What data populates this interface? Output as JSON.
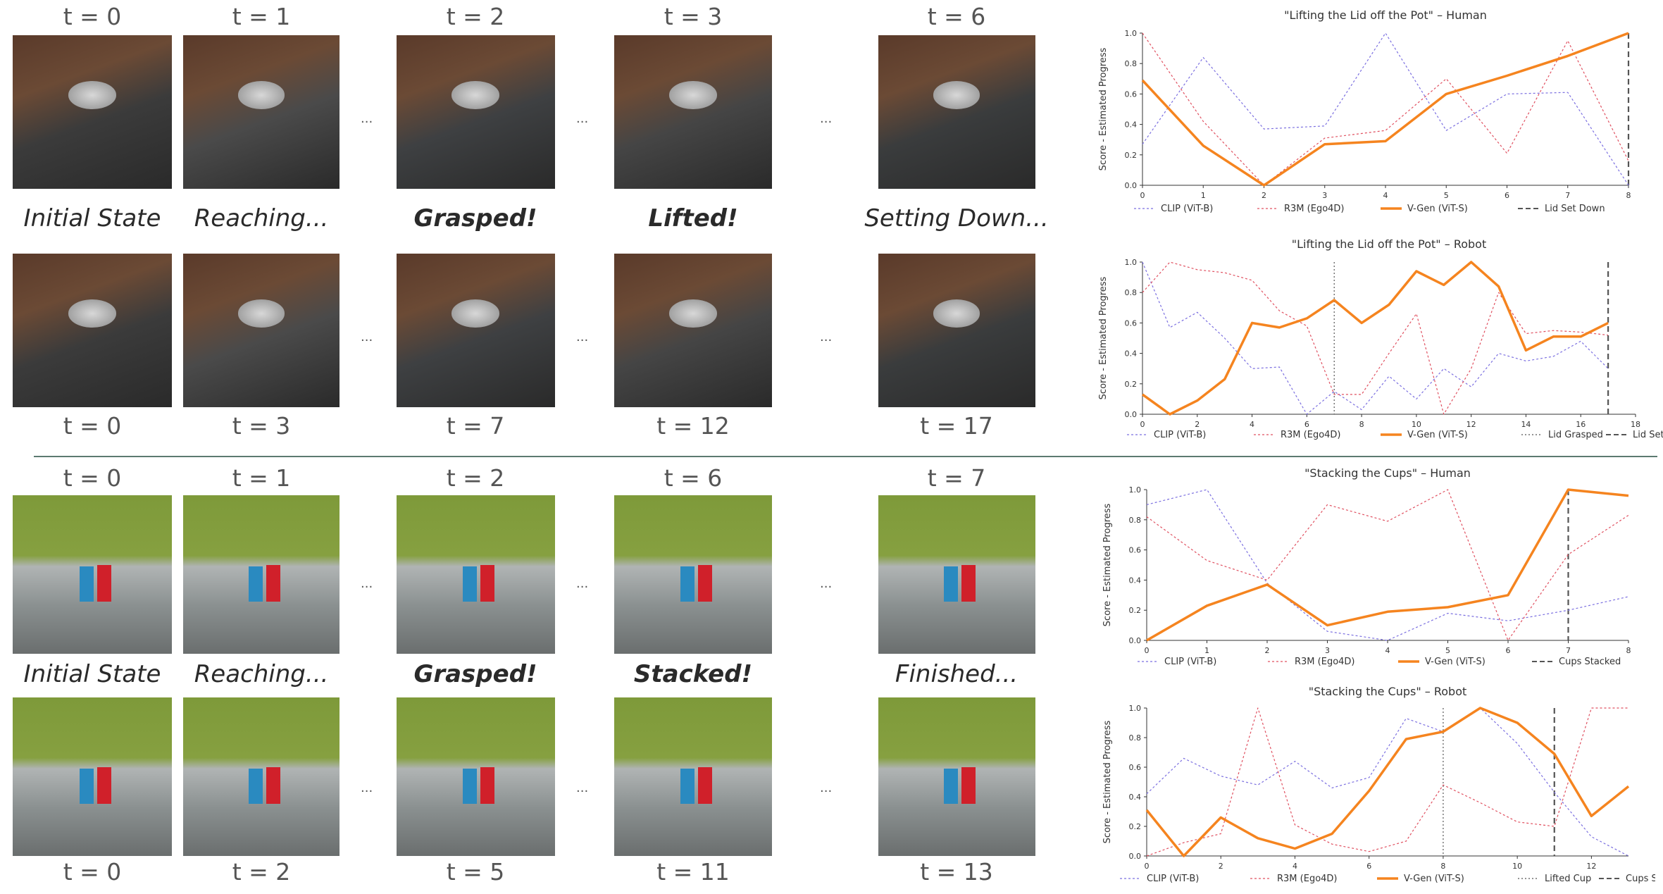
{
  "panels": [
    {
      "rows": [
        {
          "times": [
            "t = 0",
            "t = 1",
            "t = 2",
            "t = 3",
            "t = 6"
          ]
        },
        {
          "times": [
            "t = 0",
            "t = 3",
            "t = 7",
            "t = 12",
            "t = 17"
          ]
        }
      ],
      "captions": [
        "Initial State",
        "Reaching...",
        "Grasped!",
        "Lifted!",
        "Setting Down..."
      ],
      "ellipsis": "..."
    },
    {
      "rows": [
        {
          "times": [
            "t = 0",
            "t = 1",
            "t = 2",
            "t = 6",
            "t = 7"
          ]
        },
        {
          "times": [
            "t = 0",
            "t = 2",
            "t = 5",
            "t = 11",
            "t = 13"
          ]
        }
      ],
      "captions": [
        "Initial State",
        "Reaching...",
        "Grasped!",
        "Stacked!",
        "Finished..."
      ],
      "ellipsis": "..."
    }
  ],
  "colors": {
    "clip": "#7b6fe0",
    "r3m": "#e05060",
    "vgen": "#f5841f",
    "marker": "#555555",
    "divider": "#5c7a70"
  },
  "chart_data": [
    {
      "type": "line",
      "title": "\"Lifting the Lid off the Pot\" – Human",
      "ylabel": "Score - Estimated Progress",
      "xlabel": "",
      "xlim": [
        0,
        8
      ],
      "ylim": [
        0,
        1.0
      ],
      "xticks": [
        "0",
        "1",
        "2",
        "3",
        "4",
        "5",
        "6",
        "7",
        "8"
      ],
      "yticks": [
        "0.0",
        "0.2",
        "0.4",
        "0.6",
        "0.8",
        "1.0"
      ],
      "series": [
        {
          "name": "CLIP (ViT-B)",
          "style": "clip",
          "x": [
            0,
            1,
            2,
            3,
            4,
            5,
            6,
            7,
            8
          ],
          "y": [
            0.27,
            0.84,
            0.37,
            0.39,
            1.0,
            0.36,
            0.6,
            0.61,
            0.0
          ]
        },
        {
          "name": "R3M (Ego4D)",
          "style": "r3m",
          "x": [
            0,
            1,
            2,
            3,
            4,
            5,
            6,
            7,
            8
          ],
          "y": [
            1.0,
            0.42,
            0.0,
            0.31,
            0.36,
            0.7,
            0.21,
            0.95,
            0.16
          ]
        },
        {
          "name": "V-Gen (ViT-S)",
          "style": "vgen",
          "x": [
            0,
            1,
            2,
            3,
            4,
            5,
            6,
            7,
            8
          ],
          "y": [
            0.69,
            0.26,
            0.0,
            0.27,
            0.29,
            0.6,
            0.72,
            0.85,
            1.0
          ]
        }
      ],
      "markers": [
        {
          "name": "Lid Set Down",
          "x": 8,
          "style": "dashed"
        }
      ]
    },
    {
      "type": "line",
      "title": "\"Lifting the Lid off the Pot\" – Robot",
      "ylabel": "Score - Estimated Progress",
      "xlabel": "",
      "xlim": [
        0,
        18
      ],
      "ylim": [
        0,
        1.0
      ],
      "xticks": [
        "0",
        "2",
        "4",
        "6",
        "8",
        "10",
        "12",
        "14",
        "16",
        "18"
      ],
      "yticks": [
        "0.0",
        "0.2",
        "0.4",
        "0.6",
        "0.8",
        "1.0"
      ],
      "series": [
        {
          "name": "CLIP (ViT-B)",
          "style": "clip",
          "x": [
            0,
            1,
            2,
            3,
            4,
            5,
            6,
            7,
            8,
            9,
            10,
            11,
            12,
            13,
            14,
            15,
            16,
            17
          ],
          "y": [
            1.0,
            0.57,
            0.67,
            0.5,
            0.3,
            0.31,
            0.0,
            0.15,
            0.03,
            0.25,
            0.1,
            0.3,
            0.18,
            0.4,
            0.35,
            0.38,
            0.48,
            0.3
          ]
        },
        {
          "name": "R3M (Ego4D)",
          "style": "r3m",
          "x": [
            0,
            1,
            2,
            3,
            4,
            5,
            6,
            7,
            8,
            9,
            10,
            11,
            12,
            13,
            14,
            15,
            16,
            17
          ],
          "y": [
            0.8,
            1.0,
            0.95,
            0.93,
            0.88,
            0.68,
            0.58,
            0.13,
            0.13,
            0.4,
            0.66,
            0.0,
            0.3,
            0.8,
            0.53,
            0.55,
            0.54,
            0.52
          ]
        },
        {
          "name": "V-Gen (ViT-S)",
          "style": "vgen",
          "x": [
            0,
            1,
            2,
            3,
            4,
            5,
            6,
            7,
            8,
            9,
            10,
            11,
            12,
            13,
            14,
            15,
            16,
            17
          ],
          "y": [
            0.13,
            0.0,
            0.09,
            0.23,
            0.6,
            0.57,
            0.63,
            0.75,
            0.6,
            0.72,
            0.94,
            0.85,
            1.0,
            0.84,
            0.42,
            0.51,
            0.51,
            0.6
          ]
        }
      ],
      "markers": [
        {
          "name": "Lid Grasped",
          "x": 7,
          "style": "dotted"
        },
        {
          "name": "Lid Set Down",
          "x": 17,
          "style": "dashed"
        }
      ]
    },
    {
      "type": "line",
      "title": "\"Stacking the Cups\" – Human",
      "ylabel": "Score - Estimated Progress",
      "xlabel": "",
      "xlim": [
        0,
        8
      ],
      "ylim": [
        0,
        1.0
      ],
      "xticks": [
        "0",
        "1",
        "2",
        "3",
        "4",
        "5",
        "6",
        "7",
        "8"
      ],
      "yticks": [
        "0.0",
        "0.2",
        "0.4",
        "0.6",
        "0.8",
        "1.0"
      ],
      "series": [
        {
          "name": "CLIP (ViT-B)",
          "style": "clip",
          "x": [
            0,
            1,
            2,
            3,
            4,
            5,
            6,
            7,
            8
          ],
          "y": [
            0.9,
            1.0,
            0.38,
            0.06,
            0.0,
            0.18,
            0.13,
            0.2,
            0.29
          ]
        },
        {
          "name": "R3M (Ego4D)",
          "style": "r3m",
          "x": [
            0,
            1,
            2,
            3,
            4,
            5,
            6,
            7,
            8
          ],
          "y": [
            0.82,
            0.53,
            0.4,
            0.9,
            0.79,
            1.0,
            0.0,
            0.57,
            0.83
          ]
        },
        {
          "name": "V-Gen (ViT-S)",
          "style": "vgen",
          "x": [
            0,
            1,
            2,
            3,
            4,
            5,
            6,
            7,
            8
          ],
          "y": [
            0.0,
            0.23,
            0.37,
            0.1,
            0.19,
            0.22,
            0.3,
            1.0,
            0.96
          ]
        }
      ],
      "markers": [
        {
          "name": "Cups Stacked",
          "x": 7,
          "style": "dashed"
        }
      ]
    },
    {
      "type": "line",
      "title": "\"Stacking the Cups\" – Robot",
      "ylabel": "Score - Estimated Progress",
      "xlabel": "",
      "xlim": [
        0,
        13
      ],
      "ylim": [
        0,
        1.0
      ],
      "xticks": [
        "0",
        "2",
        "4",
        "6",
        "8",
        "10",
        "12"
      ],
      "yticks": [
        "0.0",
        "0.2",
        "0.4",
        "0.6",
        "0.8",
        "1.0"
      ],
      "series": [
        {
          "name": "CLIP (ViT-B)",
          "style": "clip",
          "x": [
            0,
            1,
            2,
            3,
            4,
            5,
            6,
            7,
            8,
            9,
            10,
            11,
            12,
            13
          ],
          "y": [
            0.42,
            0.66,
            0.54,
            0.48,
            0.64,
            0.46,
            0.53,
            0.93,
            0.84,
            1.0,
            0.76,
            0.43,
            0.13,
            0.0
          ]
        },
        {
          "name": "R3M (Ego4D)",
          "style": "r3m",
          "x": [
            0,
            1,
            2,
            3,
            4,
            5,
            6,
            7,
            8,
            9,
            10,
            11,
            12,
            13
          ],
          "y": [
            0.0,
            0.09,
            0.15,
            1.0,
            0.21,
            0.08,
            0.03,
            0.1,
            0.48,
            0.36,
            0.23,
            0.2,
            1.0,
            1.0
          ]
        },
        {
          "name": "V-Gen (ViT-S)",
          "style": "vgen",
          "x": [
            0,
            1,
            2,
            3,
            4,
            5,
            6,
            7,
            8,
            9,
            10,
            11,
            12,
            13
          ],
          "y": [
            0.31,
            0.0,
            0.26,
            0.12,
            0.05,
            0.15,
            0.44,
            0.79,
            0.84,
            1.0,
            0.9,
            0.69,
            0.27,
            0.47
          ]
        }
      ],
      "markers": [
        {
          "name": "Lifted Cup",
          "x": 8,
          "style": "dotted"
        },
        {
          "name": "Cups Stacked",
          "x": 11,
          "style": "dashed"
        }
      ]
    }
  ]
}
